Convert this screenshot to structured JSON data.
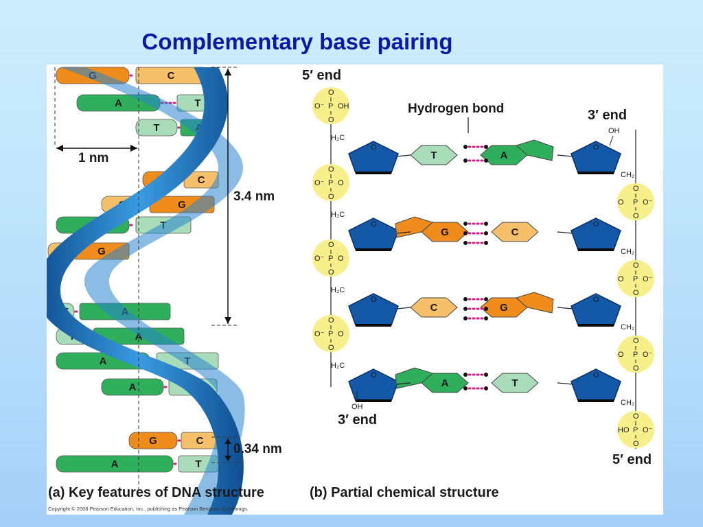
{
  "slide": {
    "title": "Complementary base pairing"
  },
  "panel_a": {
    "caption": "(a) Key features of DNA structure",
    "width_label": "1 nm",
    "pitch_label": "3.4 nm",
    "rise_label": "0.34 nm",
    "rungs": [
      {
        "left": "G",
        "right": "C"
      },
      {
        "left": "A",
        "right": "T"
      },
      {
        "left": "T",
        "right": "A"
      },
      {
        "left": "G",
        "right": "C"
      },
      {
        "left": "C",
        "right": "G"
      },
      {
        "left": "A",
        "right": "T"
      },
      {
        "left": "C",
        "right": "G"
      },
      {
        "left": "T",
        "right": "A"
      },
      {
        "left": "T",
        "right": "A"
      },
      {
        "left": "A",
        "right": "T"
      },
      {
        "left": "A",
        "right": "T"
      },
      {
        "left": "G",
        "right": "C"
      },
      {
        "left": "A",
        "right": "T"
      }
    ]
  },
  "panel_b": {
    "caption": "(b) Partial chemical structure",
    "five_prime_top": "5′ end",
    "three_prime_top": "3′ end",
    "three_prime_bottom": "3′ end",
    "five_prime_bottom": "5′ end",
    "hydrogen_bond": "Hydrogen bond",
    "pairs": [
      {
        "left": "T",
        "right": "A"
      },
      {
        "left": "G",
        "right": "C"
      },
      {
        "left": "C",
        "right": "G"
      },
      {
        "left": "A",
        "right": "T"
      }
    ],
    "labels": {
      "O": "O",
      "P": "P",
      "OH": "OH",
      "HO": "HO",
      "Ominus": "O⁻",
      "H2C": "H₂C",
      "CH2": "CH₂"
    }
  },
  "copyright": "Copyright © 2008 Pearson Education, Inc., publishing as Pearson Benjamin Cummings.",
  "colors": {
    "title": "#0a1aa6",
    "backbone": "#1f78c4",
    "G": "#ef8c1c",
    "C": "#f6c06a",
    "A": "#2fae5c",
    "T": "#a9dcb8",
    "sugar": "#1459a8",
    "phosphate": "#f7ef8a",
    "hbond": "#d11b86"
  }
}
